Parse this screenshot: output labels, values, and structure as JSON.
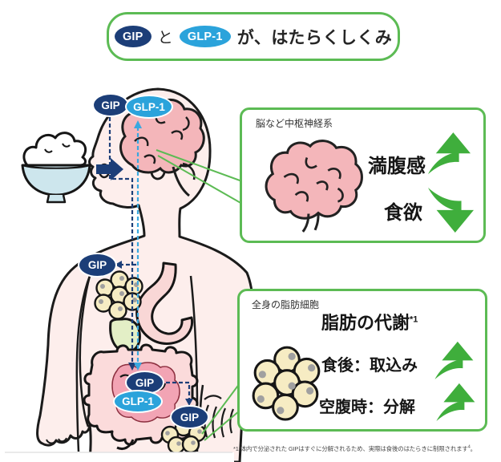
{
  "title": {
    "connector": "と",
    "text": "が、はたらくしくみ"
  },
  "badges": {
    "gip": "GIP",
    "glp1": "GLP-1"
  },
  "brain_box": {
    "title": "脳など中枢神経系",
    "satiety_label": "満腹感",
    "appetite_label": "食欲"
  },
  "fat_box": {
    "title": "全身の脂肪細胞",
    "heading": "脂肪の代謝",
    "heading_note": "*1",
    "postprandial_label": "食後：取込み",
    "fasting_label": "空腹時：分解"
  },
  "footnote": {
    "text": "*1 体内で分泌された GIPはすぐに分解されるため、実際は食後のはたらきに制限されます",
    "ref": "4",
    "period": "。"
  },
  "colors": {
    "gip_navy": "#1c3e78",
    "glp1_blue": "#2ba3db",
    "box_border_green": "#5cbb54",
    "arrow_green": "#3fae3c",
    "skin_pink": "#fdeeec",
    "brain_pink": "#f4b6ba",
    "fat_cell_cream": "#f6ecc3",
    "bowl_blue": "#cde6ed"
  }
}
